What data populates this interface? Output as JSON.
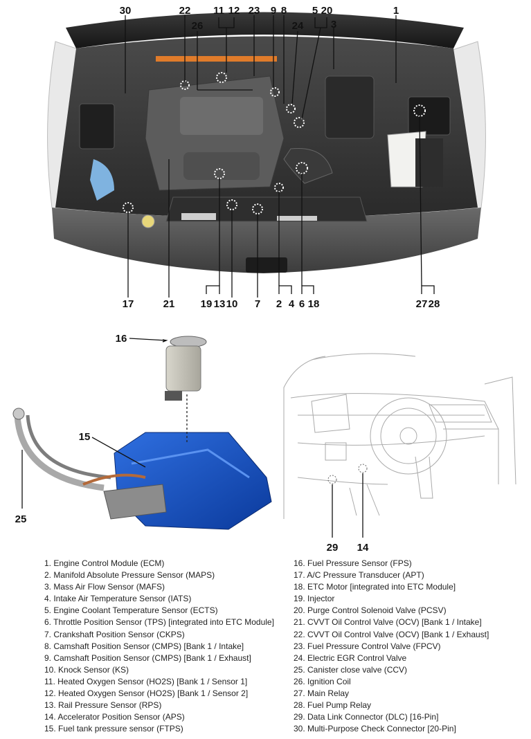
{
  "callouts": [
    "30",
    "22",
    "11",
    "12",
    "23",
    "9",
    "8",
    "5",
    "20",
    "1",
    "26",
    "24",
    "3",
    "17",
    "21",
    "19",
    "13",
    "10",
    "7",
    "2",
    "4",
    "6",
    "18",
    "27",
    "28",
    "16",
    "15",
    "25",
    "29",
    "14"
  ],
  "legend_left": [
    "1. Engine Control Module (ECM)",
    "2. Manifold Absolute Pressure Sensor (MAPS)",
    "3. Mass Air Flow Sensor (MAFS)",
    "4. Intake Air Temperature Sensor (IATS)",
    "5. Engine Coolant Temperature Sensor (ECTS)",
    "6. Throttle Position Sensor (TPS) [integrated into ETC Module]",
    "7. Crankshaft Position Sensor (CKPS)",
    "8. Camshaft Position Sensor (CMPS) [Bank 1 / Intake]",
    "9. Camshaft Position Sensor (CMPS) [Bank 1 / Exhaust]",
    "10. Knock Sensor (KS)",
    "11. Heated Oxygen Sensor (HO2S) [Bank 1 / Sensor 1]",
    "12. Heated Oxygen Sensor (HO2S) [Bank 1 / Sensor 2]",
    "13. Rail Pressure Sensor (RPS)",
    "14. Accelerator Position Sensor (APS)",
    "15. Fuel tank pressure sensor (FTPS)"
  ],
  "legend_right": [
    "16. Fuel Pressure Sensor (FPS)",
    "17. A/C Pressure Transducer (APT)",
    "18. ETC Motor [integrated into ETC Module]",
    "19. Injector",
    "20. Purge Control Solenoid Valve (PCSV)",
    "21. CVVT Oil Control Valve (OCV) [Bank 1 / Intake]",
    "22. CVVT Oil Control Valve (OCV) [Bank 1 / Exhaust]",
    "23. Fuel Pressure Control Valve (FPCV)",
    "24. Electric EGR Control Valve",
    "25. Canister close valve (CCV)",
    "26. Ignition Coil",
    "27. Main Relay",
    "28. Fuel Pump Relay",
    "29. Data Link Connector (DLC) [16-Pin]",
    "30. Multi-Purpose Check Connector [20-Pin]"
  ]
}
